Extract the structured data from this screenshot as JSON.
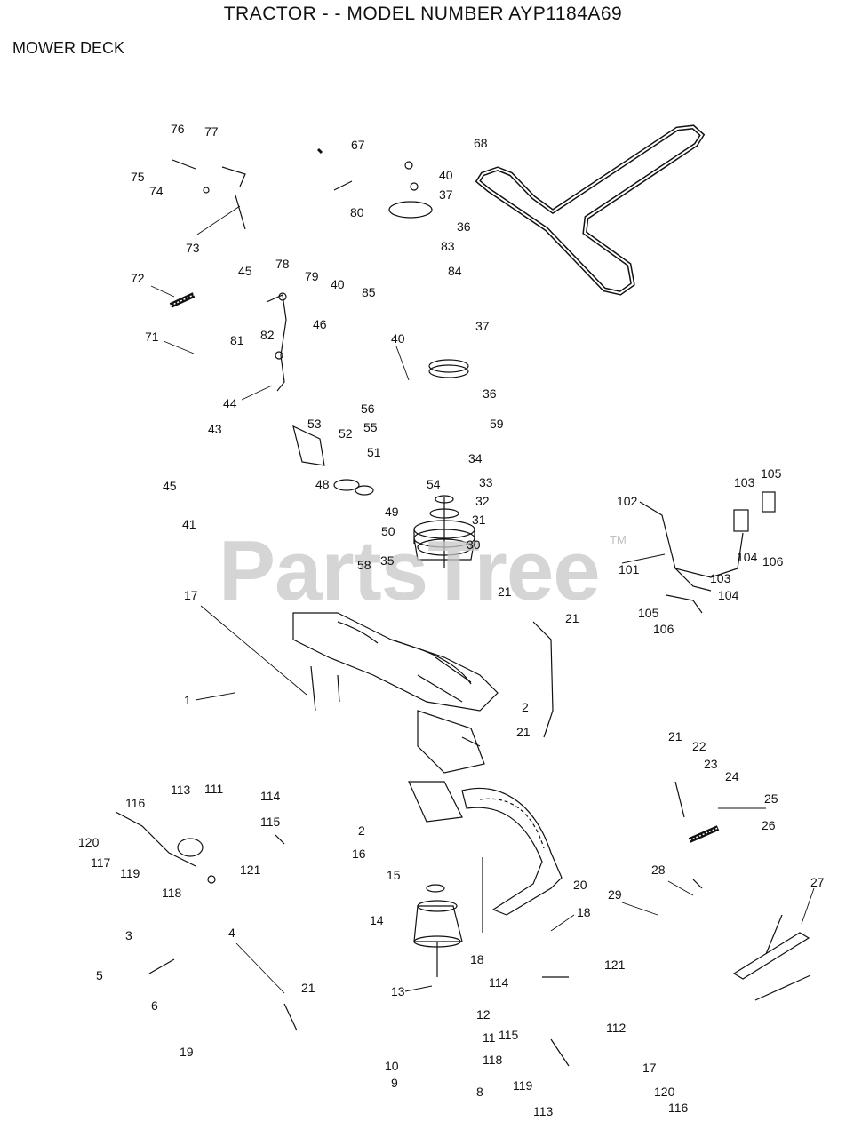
{
  "header": {
    "title": "TRACTOR - - MODEL NUMBER AYP1184A69",
    "section": "MOWER DECK"
  },
  "watermark": {
    "brand": "PartsTree",
    "tm": "TM"
  },
  "callouts": [
    "76",
    "77",
    "75",
    "74",
    "73",
    "67",
    "68",
    "40",
    "37",
    "36",
    "80",
    "83",
    "84",
    "78",
    "79",
    "40",
    "72",
    "45",
    "81",
    "82",
    "46",
    "85",
    "40",
    "37",
    "36",
    "71",
    "44",
    "56",
    "59",
    "55",
    "53",
    "52",
    "43",
    "51",
    "34",
    "54",
    "33",
    "48",
    "32",
    "49",
    "31",
    "45",
    "41",
    "50",
    "30",
    "58",
    "35",
    "21",
    "17",
    "21",
    "102",
    "103",
    "105",
    "104",
    "106",
    "101",
    "103",
    "104",
    "105",
    "106",
    "1",
    "2",
    "21",
    "21",
    "22",
    "23",
    "24",
    "25",
    "26",
    "113",
    "111",
    "116",
    "114",
    "115",
    "120",
    "117",
    "119",
    "121",
    "118",
    "2",
    "16",
    "15",
    "20",
    "18",
    "28",
    "29",
    "27",
    "14",
    "18",
    "3",
    "4",
    "5",
    "121",
    "114",
    "13",
    "21",
    "6",
    "12",
    "112",
    "11",
    "115",
    "118",
    "19",
    "17",
    "10",
    "9",
    "8",
    "119",
    "120",
    "116",
    "113"
  ]
}
